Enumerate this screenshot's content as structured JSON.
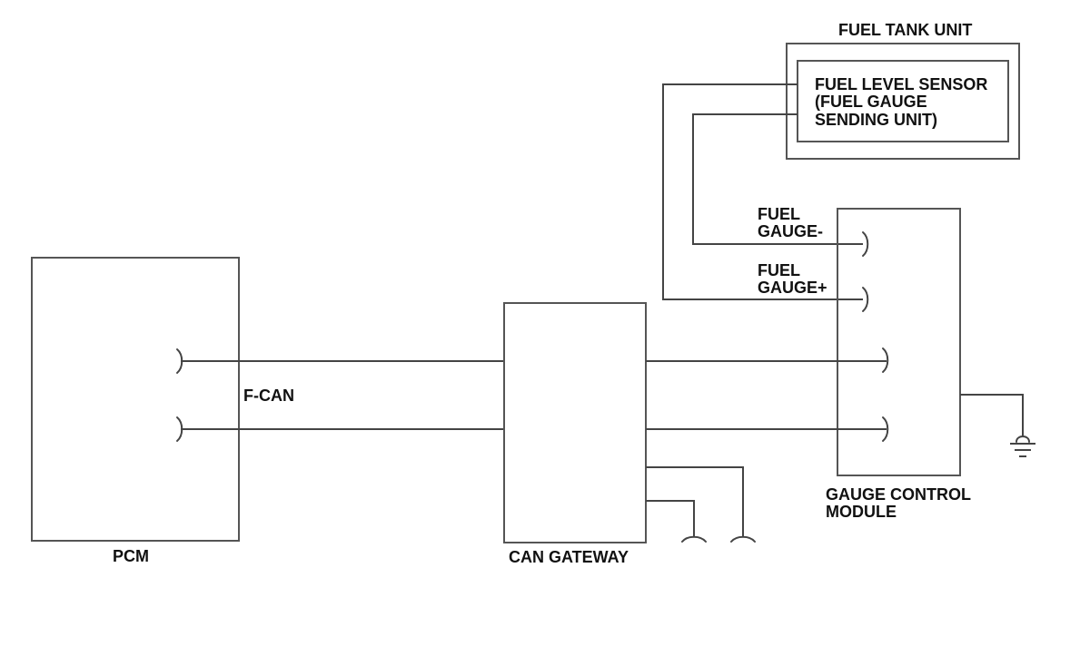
{
  "diagram": {
    "fuel_tank_unit_label": "FUEL TANK UNIT",
    "fuel_level_sensor_label": [
      "FUEL LEVEL SENSOR",
      "(FUEL GAUGE",
      "SENDING UNIT)"
    ],
    "fuel_gauge_minus_label": [
      "FUEL",
      "GAUGE-"
    ],
    "fuel_gauge_plus_label": [
      "FUEL",
      "GAUGE+"
    ],
    "gauge_control_module_label": [
      "GAUGE CONTROL",
      "MODULE"
    ],
    "pcm_label": "PCM",
    "f_can_label": "F-CAN",
    "can_gateway_label": "CAN GATEWAY"
  }
}
